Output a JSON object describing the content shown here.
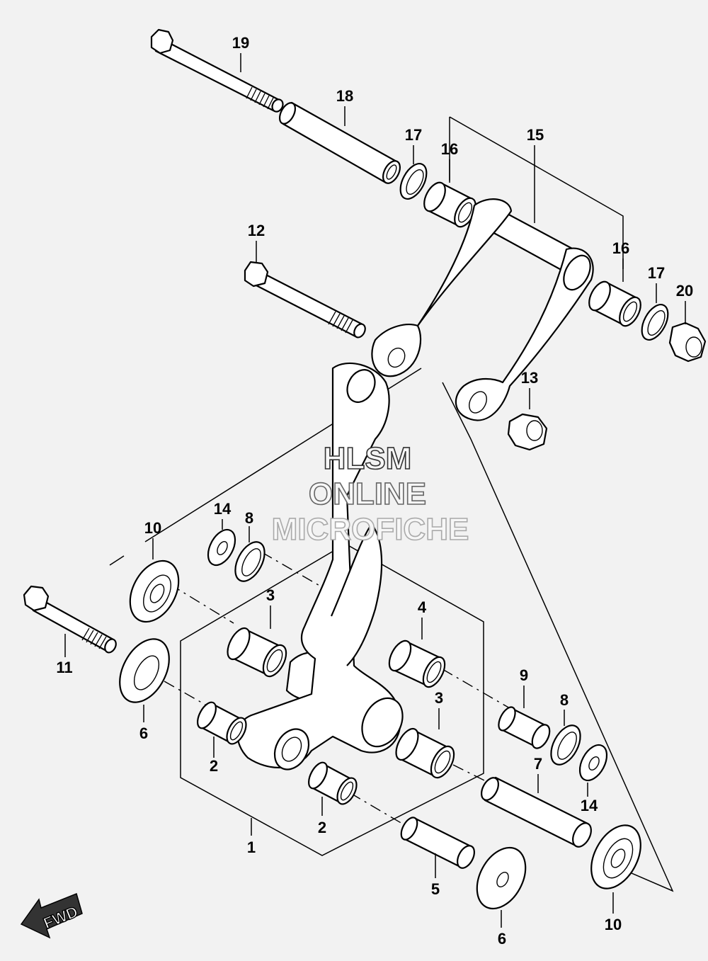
{
  "watermark": {
    "line1": "HLSM",
    "line2": "ONLINE",
    "line3": "MICROFICHE",
    "colors": {
      "line1": "#333333",
      "line2": "#666666",
      "line3": "#aaaaaa"
    }
  },
  "fwd_label": "FWD",
  "callouts": {
    "c1": "1",
    "c2a": "2",
    "c2b": "2",
    "c3a": "3",
    "c3b": "3",
    "c4": "4",
    "c5": "5",
    "c6a": "6",
    "c6b": "6",
    "c7": "7",
    "c8a": "8",
    "c8b": "8",
    "c9": "9",
    "c10a": "10",
    "c10b": "10",
    "c11": "11",
    "c12": "12",
    "c13": "13",
    "c14a": "14",
    "c14b": "14",
    "c15": "15",
    "c16a": "16",
    "c16b": "16",
    "c17a": "17",
    "c17b": "17",
    "c18": "18",
    "c19": "19",
    "c20": "20"
  }
}
